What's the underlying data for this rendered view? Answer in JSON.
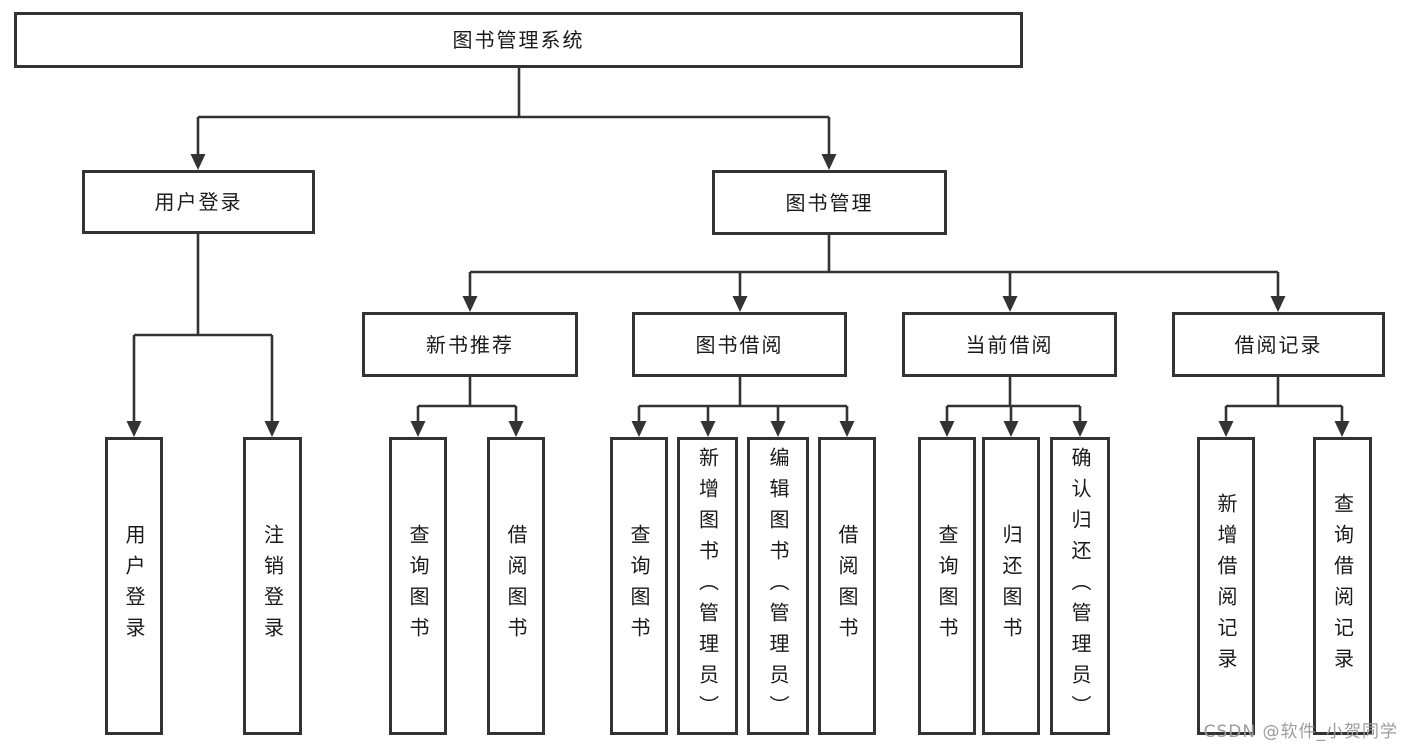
{
  "tree": {
    "root": {
      "label": "图书管理系统"
    },
    "level2": [
      {
        "label": "用户登录",
        "children": [
          {
            "label": "用户登录"
          },
          {
            "label": "注销登录"
          }
        ]
      },
      {
        "label": "图书管理",
        "children": [
          {
            "label": "新书推荐",
            "children": [
              {
                "label": "查询图书"
              },
              {
                "label": "借阅图书"
              }
            ]
          },
          {
            "label": "图书借阅",
            "children": [
              {
                "label": "查询图书"
              },
              {
                "label": "新增图书（管理员）"
              },
              {
                "label": "编辑图书（管理员）"
              },
              {
                "label": "借阅图书"
              }
            ]
          },
          {
            "label": "当前借阅",
            "children": [
              {
                "label": "查询图书"
              },
              {
                "label": "归还图书"
              },
              {
                "label": "确认归还（管理员）"
              }
            ]
          },
          {
            "label": "借阅记录",
            "children": [
              {
                "label": "新增借阅记录"
              },
              {
                "label": "查询借阅记录"
              }
            ]
          }
        ]
      }
    ]
  },
  "watermark": {
    "text": "CSDN @软件_小贺同学"
  },
  "colors": {
    "line": "#333333",
    "text": "#1a1a1a",
    "watermark": "#9b9b9b",
    "canvas": "#ffffff"
  }
}
